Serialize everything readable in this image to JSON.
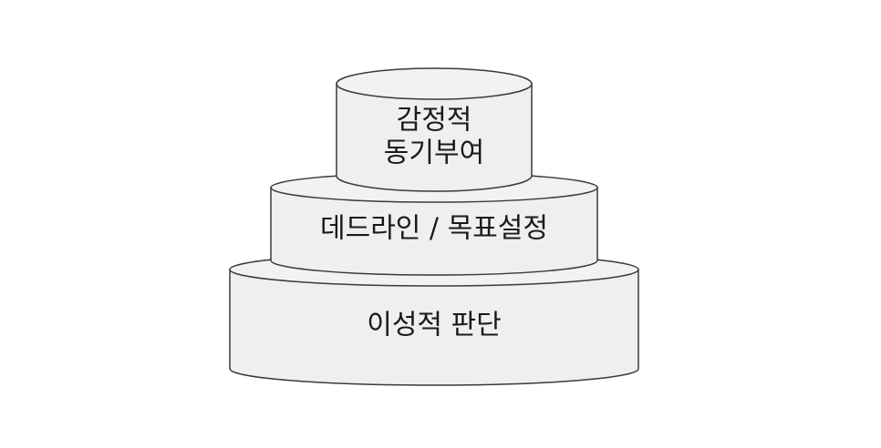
{
  "diagram": {
    "tiers": [
      {
        "lines": [
          "이성적 판단"
        ]
      },
      {
        "lines": [
          "데드라인 / 목표설정"
        ]
      },
      {
        "lines": [
          "감정적",
          "동기부여"
        ]
      }
    ]
  },
  "colors": {
    "fill": "#efefef",
    "stroke": "#3a3a3a",
    "text": "#1a1a1a"
  }
}
